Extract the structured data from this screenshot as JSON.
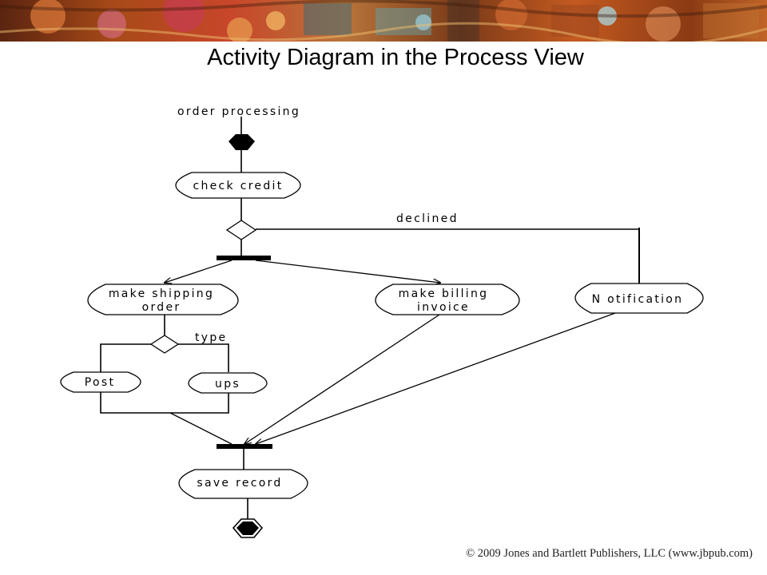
{
  "slide": {
    "title": "Activity Diagram in the Process View",
    "copyright": "© 2009 Jones and Bartlett Publishers, LLC (www.jbpub.com)"
  },
  "diagram": {
    "labels": {
      "start": "order processing",
      "declined": "declined",
      "type": "type"
    },
    "activities": {
      "check_credit": [
        "check credit"
      ],
      "make_shipping_order": [
        "make shipping",
        "order"
      ],
      "make_billing_invoice": [
        "make billing",
        "invoice"
      ],
      "notification": [
        "N otification"
      ],
      "post": [
        "Post"
      ],
      "ups": [
        "ups"
      ],
      "save_record": [
        "save record"
      ]
    }
  },
  "colors": {
    "line": "#000000",
    "banner_base": "#6a2a10"
  }
}
